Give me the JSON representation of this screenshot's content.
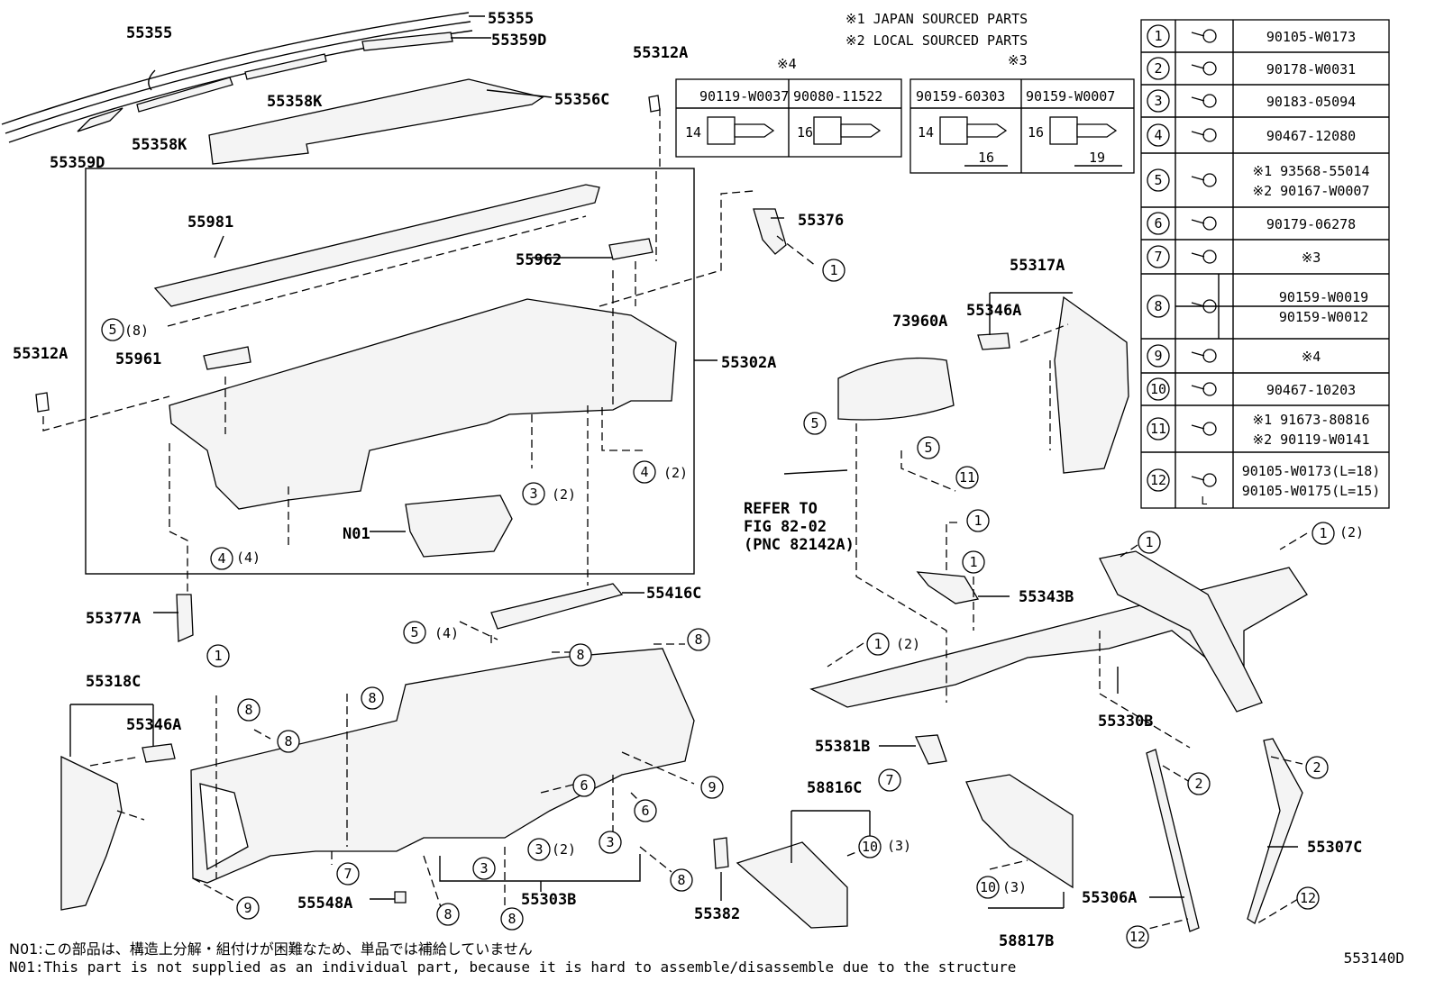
{
  "legend": {
    "japan": "※1 JAPAN SOURCED PARTS",
    "local": "※2 LOCAL SOURCED PARTS"
  },
  "clip_tables": {
    "t4": {
      "mark": "※4",
      "cols": [
        "90119-W0037",
        "90080-11522"
      ],
      "dims": [
        "14",
        "16"
      ]
    },
    "t3": {
      "mark": "※3",
      "cols": [
        "90159-60303",
        "90159-W0007"
      ],
      "dims": [
        "14",
        "16"
      ],
      "lens": [
        "16",
        "19"
      ]
    }
  },
  "fastener_table": [
    {
      "n": "1",
      "lines": [
        "90105-W0173"
      ]
    },
    {
      "n": "2",
      "lines": [
        "90178-W0031"
      ]
    },
    {
      "n": "3",
      "lines": [
        "90183-05094"
      ]
    },
    {
      "n": "4",
      "lines": [
        "90467-12080"
      ]
    },
    {
      "n": "5",
      "lines": [
        "※1 93568-55014",
        "※2 90167-W0007"
      ]
    },
    {
      "n": "6",
      "lines": [
        "90179-06278"
      ]
    },
    {
      "n": "7",
      "lines": [
        "※3"
      ]
    },
    {
      "n": "8",
      "lines": [
        "90159-W0019",
        "90159-W0012"
      ]
    },
    {
      "n": "9",
      "lines": [
        "※4"
      ]
    },
    {
      "n": "10",
      "lines": [
        "90467-10203"
      ]
    },
    {
      "n": "11",
      "lines": [
        "※1 91673-80816",
        "※2 90119-W0141"
      ]
    },
    {
      "n": "12",
      "lines": [
        "90105-W0173(L=18)",
        "90105-W0175(L=15)"
      ],
      "dim": "L"
    }
  ],
  "labels": {
    "p55355a": "55355",
    "p55355b": "55355",
    "p55359d_a": "55359D",
    "p55359d_b": "55359D",
    "p55358k_a": "55358K",
    "p55358k_b": "55358K",
    "p55356c": "55356C",
    "p55312a_a": "55312A",
    "p55312a_b": "55312A",
    "p55981": "55981",
    "p55962": "55962",
    "p55961": "55961",
    "p55302a": "55302A",
    "p55376": "55376",
    "p55317a": "55317A",
    "p55346a_a": "55346A",
    "p55346a_b": "55346A",
    "p73960a": "73960A",
    "pn01": "N01",
    "p55377a": "55377A",
    "p55416c": "55416C",
    "p55318c": "55318C",
    "p55343b": "55343B",
    "p55330b": "55330B",
    "p55381b": "55381B",
    "p58816c": "58816C",
    "p55548a": "55548A",
    "p55303b": "55303B",
    "p55382": "55382",
    "p58817b": "58817B",
    "p55306a": "55306A",
    "p55307c": "55307C",
    "refer1": "REFER TO",
    "refer2": "FIG 82-02",
    "refer3": "(PNC 82142A)"
  },
  "callouts": {
    "c5_8": "(8)",
    "c4_4": "(4)",
    "c3_2a": "(2)",
    "c4_2": "(2)",
    "c5_4": "(4)",
    "c1_2a": "(2)",
    "c1_2b": "(2)",
    "c3_2b": "(2)",
    "c10_3a": "(3)",
    "c10_3b": "(3)"
  },
  "footnotes": {
    "jp": "N01:この部品は、構造上分解・組付けが困難なため、単品では補給していません",
    "en": "N01:This part is not supplied as an individual part, because it is hard to assemble/disassemble due to the structure"
  },
  "figure_code": "553140D"
}
